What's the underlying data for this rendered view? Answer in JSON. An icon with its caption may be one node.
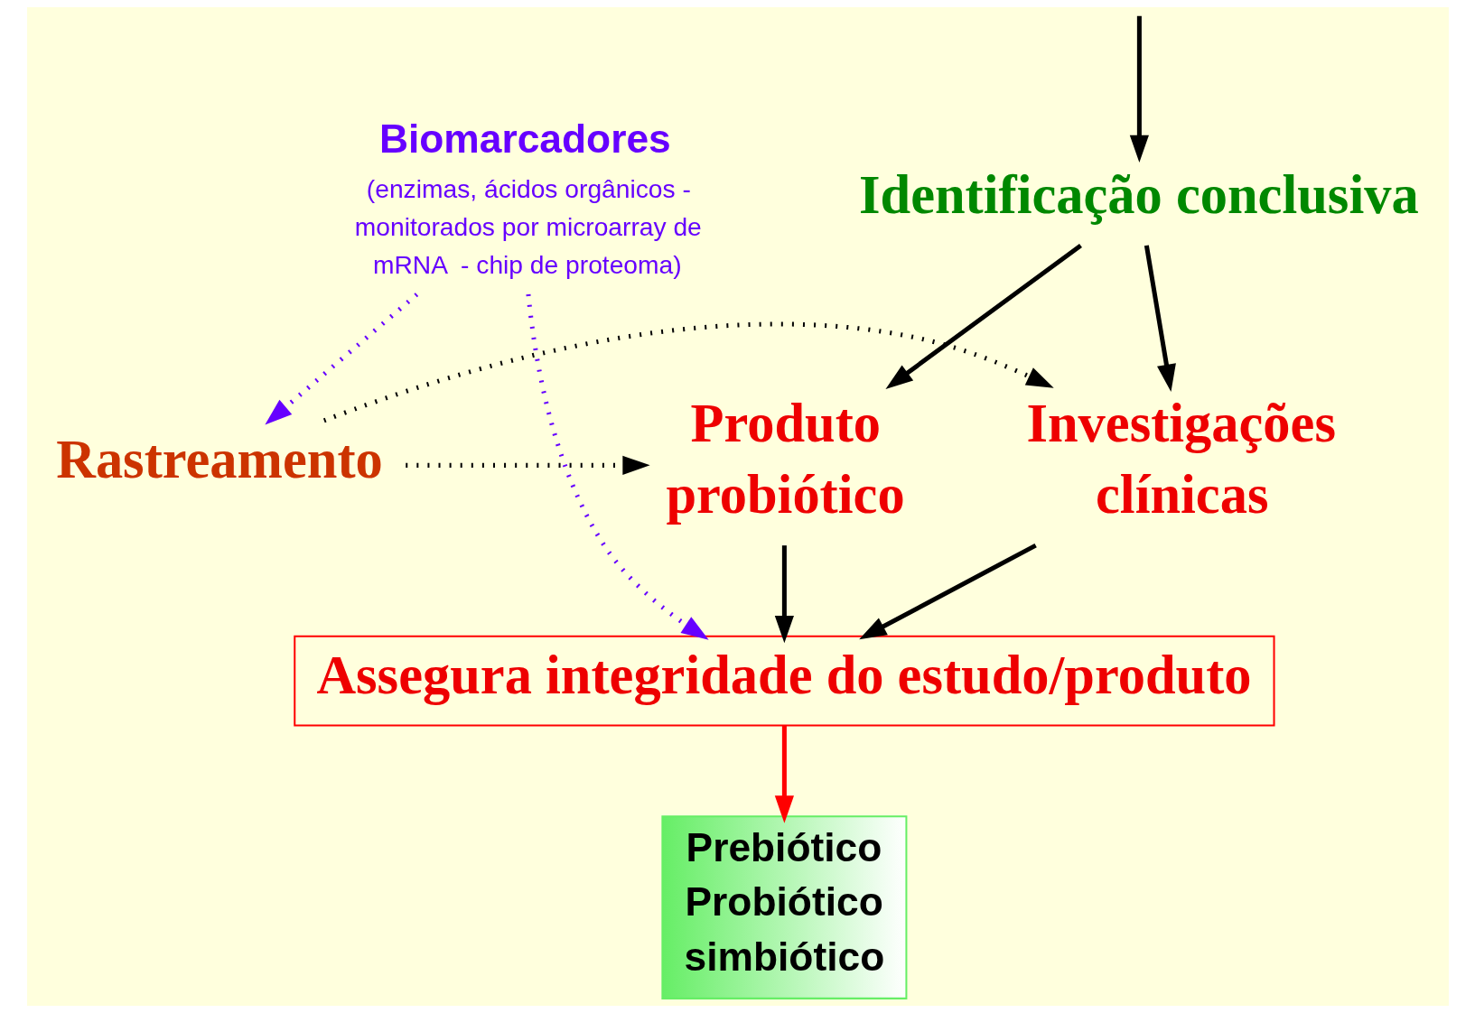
{
  "diagram": {
    "nodes": [
      {
        "text": [
          "Identificação conclusiva"
        ]
      },
      {
        "text": [
          "Biomarcadores",
          "(enzimas, ácidos orgânicos - monitorados por microarray de mRNA  - chip de proteoma)"
        ]
      },
      {
        "text": [
          "Rastreamento"
        ]
      },
      {
        "text": [
          "Investigações clínicas"
        ]
      },
      {
        "text": [
          "Produto probiótico"
        ]
      },
      {
        "text": [
          "Assegura integridade do estudo/produto"
        ]
      },
      {
        "text": [
          "Prebiótico",
          "Probiótico",
          "simbiótico"
        ]
      }
    ],
    "edges": [
      {
        "from": null,
        "to": 0,
        "arrow": "to"
      },
      {
        "from": 0,
        "to": 3,
        "arrow": "to"
      },
      {
        "from": 0,
        "to": 4,
        "arrow": "to"
      },
      {
        "from": 2,
        "to": 3,
        "arrow": "to",
        "style": "dashed"
      },
      {
        "from": 2,
        "to": 4,
        "arrow": "to",
        "style": "dashed"
      },
      {
        "from": 1,
        "to": 2,
        "arrow": "to",
        "style": "dashed",
        "color": "#6600ff"
      },
      {
        "from": 1,
        "to": 5,
        "arrow": "to",
        "style": "dashed",
        "color": "#6600ff"
      },
      {
        "from": 3,
        "to": 5,
        "arrow": "to"
      },
      {
        "from": 4,
        "to": 5,
        "arrow": "to"
      },
      {
        "from": 5,
        "to": 6,
        "arrow": "to",
        "color": "#ff0000"
      }
    ]
  }
}
